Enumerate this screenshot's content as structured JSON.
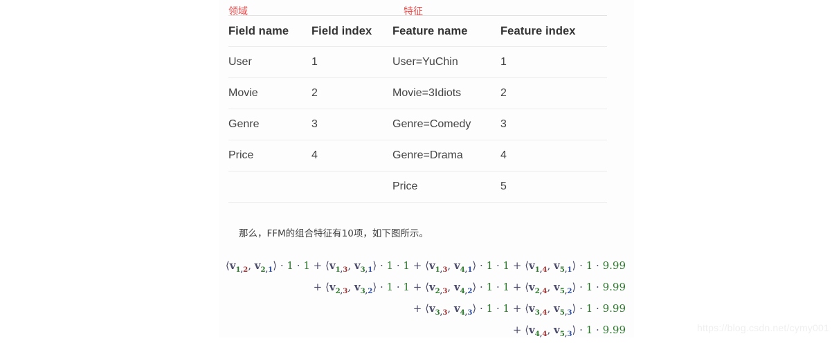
{
  "annotations": {
    "field_label": "领域",
    "feature_label": "特征",
    "color": "#ef4b4b"
  },
  "table": {
    "headers": [
      "Field name",
      "Field index",
      "Feature name",
      "Feature index"
    ],
    "rows": [
      {
        "field_name": "User",
        "field_index": "1",
        "feature_name": "User=YuChin",
        "feature_index": "1"
      },
      {
        "field_name": "Movie",
        "field_index": "2",
        "feature_name": "Movie=3Idiots",
        "feature_index": "2"
      },
      {
        "field_name": "Genre",
        "field_index": "3",
        "feature_name": "Genre=Comedy",
        "feature_index": "3"
      },
      {
        "field_name": "Price",
        "field_index": "4",
        "feature_name": "Genre=Drama",
        "feature_index": "4"
      },
      {
        "field_name": "",
        "field_index": "",
        "feature_name": "Price",
        "feature_index": "5"
      }
    ],
    "field_index_color": "#b02b22",
    "feature_index_color": "#1818c8"
  },
  "note": {
    "text": "那么，FFM的组合特征有10项，如下图所示。"
  },
  "formula": {
    "lines": [
      {
        "leading": "",
        "terms": [
          {
            "v1": {
              "i": "1",
              "j": "2"
            },
            "v2": {
              "i": "2",
              "j": "1"
            },
            "factors": [
              "1",
              "1"
            ]
          },
          {
            "v1": {
              "i": "1",
              "j": "3"
            },
            "v2": {
              "i": "3",
              "j": "1"
            },
            "factors": [
              "1",
              "1"
            ]
          },
          {
            "v1": {
              "i": "1",
              "j": "3"
            },
            "v2": {
              "i": "4",
              "j": "1"
            },
            "factors": [
              "1",
              "1"
            ]
          },
          {
            "v1": {
              "i": "1",
              "j": "4"
            },
            "v2": {
              "i": "5",
              "j": "1"
            },
            "factors": [
              "1",
              "9.99"
            ]
          }
        ]
      },
      {
        "leading": "+",
        "terms": [
          {
            "v1": {
              "i": "2",
              "j": "3"
            },
            "v2": {
              "i": "3",
              "j": "2"
            },
            "factors": [
              "1",
              "1"
            ]
          },
          {
            "v1": {
              "i": "2",
              "j": "3"
            },
            "v2": {
              "i": "4",
              "j": "2"
            },
            "factors": [
              "1",
              "1"
            ]
          },
          {
            "v1": {
              "i": "2",
              "j": "4"
            },
            "v2": {
              "i": "5",
              "j": "2"
            },
            "factors": [
              "1",
              "9.99"
            ]
          }
        ]
      },
      {
        "leading": "+",
        "terms": [
          {
            "v1": {
              "i": "3",
              "j": "3"
            },
            "v2": {
              "i": "4",
              "j": "3"
            },
            "factors": [
              "1",
              "1"
            ]
          },
          {
            "v1": {
              "i": "3",
              "j": "4"
            },
            "v2": {
              "i": "5",
              "j": "3"
            },
            "factors": [
              "1",
              "9.99"
            ]
          }
        ]
      },
      {
        "leading": "+",
        "terms": [
          {
            "v1": {
              "i": "4",
              "j": "4"
            },
            "v2": {
              "i": "5",
              "j": "3"
            },
            "factors": [
              "1",
              "9.99"
            ]
          }
        ]
      }
    ],
    "text_lines": [
      "⟨v1,2, v2,1⟩ · 1 · 1 + ⟨v1,3, v3,1⟩ · 1 · 1 + ⟨v1,3, v4,1⟩ · 1 · 1 + ⟨v1,4, v5,1⟩ · 1 · 9.99",
      "+ ⟨v2,3, v3,2⟩ · 1 · 1 + ⟨v2,3, v4,2⟩ · 1 · 1 + ⟨v2,4, v5,2⟩ · 1 · 9.99",
      "+ ⟨v3,3, v4,3⟩ · 1 · 1 + ⟨v3,4, v5,3⟩ · 1 · 9.99",
      "+ ⟨v4,4, v5,3⟩ · 1 · 9.99"
    ]
  },
  "watermark": {
    "text": "https://blog.csdn.net/cymy001"
  }
}
